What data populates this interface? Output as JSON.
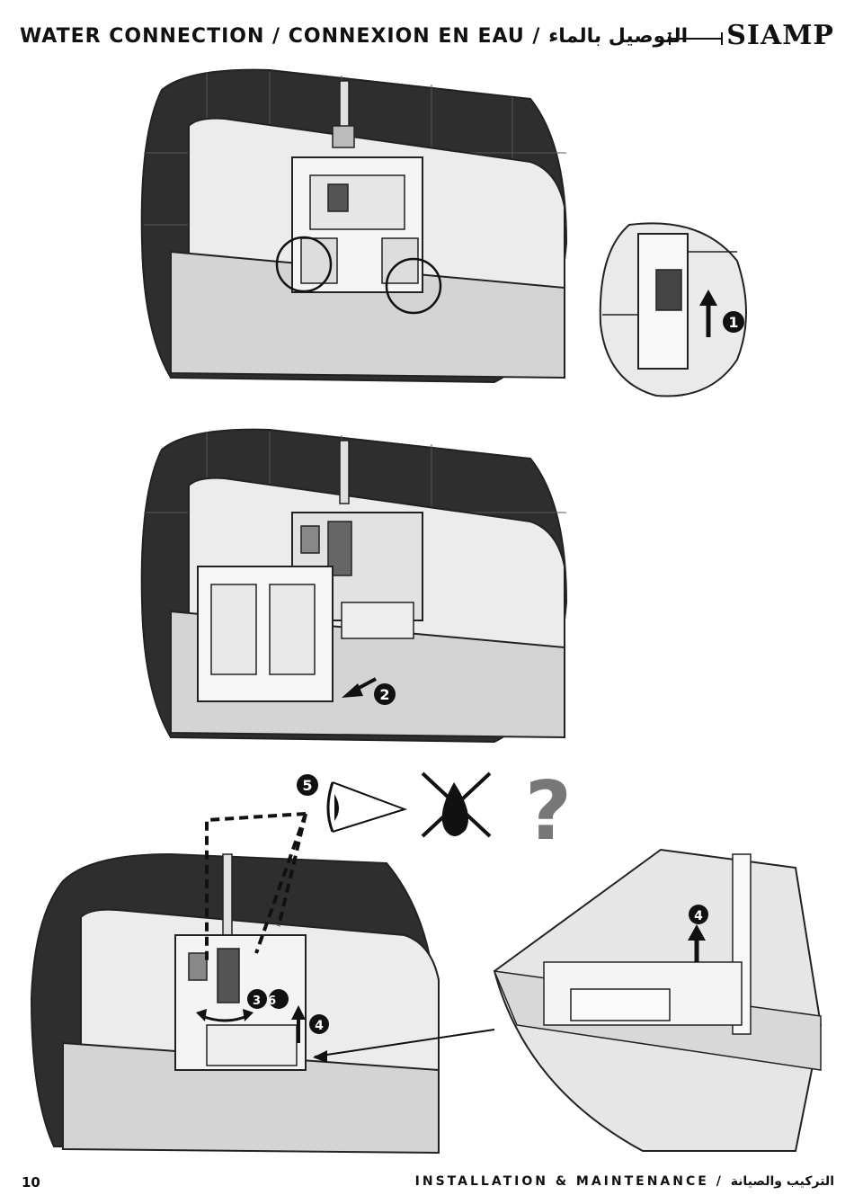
{
  "header": {
    "title": "WATER CONNECTION / CONNEXION EN EAU / التوصيل بالماء",
    "brand": "SIAMP"
  },
  "steps": {
    "step1": "1",
    "step2": "2",
    "step36": "36",
    "step4": "4",
    "step4_detail": "4",
    "step5": "5",
    "question": "?"
  },
  "footer": {
    "page_number": "10",
    "section": "INSTALLATION & MAINTENANCE / التركيب والصيانة"
  },
  "colors": {
    "tile_dark": "#2e2e2e",
    "tank_light": "#e9e9e9",
    "tank_mid": "#cfcfcf",
    "outline": "#222222"
  }
}
